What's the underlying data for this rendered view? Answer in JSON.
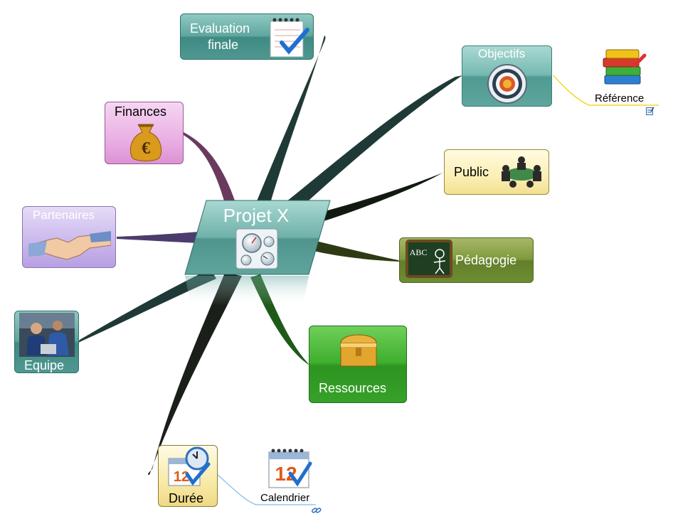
{
  "central": {
    "title": "Projet X",
    "icon": "gauges-icon"
  },
  "branches": {
    "evaluation": {
      "line1": "Evaluation",
      "line2": "finale",
      "icon": "checklist-icon"
    },
    "finances": {
      "label": "Finances",
      "icon": "money-bag-euro-icon"
    },
    "partenaires": {
      "label": "Partenaires",
      "icon": "handshake-icon"
    },
    "equipe": {
      "label": "Equipe",
      "icon": "team-photo-icon"
    },
    "duree": {
      "label": "Durée",
      "icon": "calendar-clock-icon"
    },
    "objectifs": {
      "label": "Objectifs",
      "icon": "target-icon"
    },
    "public": {
      "label": "Public",
      "icon": "meeting-table-icon"
    },
    "pedagogie": {
      "label": "Pédagogie",
      "icon": "chalkboard-icon",
      "board_text": "ABC"
    },
    "ressources": {
      "label": "Ressources",
      "icon": "treasure-chest-icon"
    }
  },
  "calendar_text": "12",
  "floating": {
    "reference": {
      "label": "Référence",
      "icon": "books-icon",
      "badge": "note-icon"
    },
    "calendrier": {
      "label": "Calendrier",
      "icon": "calendar-icon",
      "badge": "link-icon"
    }
  },
  "colors": {
    "teal": "#4f9891",
    "dark_branch": "#1f3a36",
    "finances_branch": "#6a3a5e",
    "partenaires_branch": "#4c3c6e",
    "pedagogie_branch": "#2e3a14",
    "ressources_branch": "#1f5a1a",
    "connector": "#f0d000",
    "connector_blue": "#7fbfe8"
  }
}
